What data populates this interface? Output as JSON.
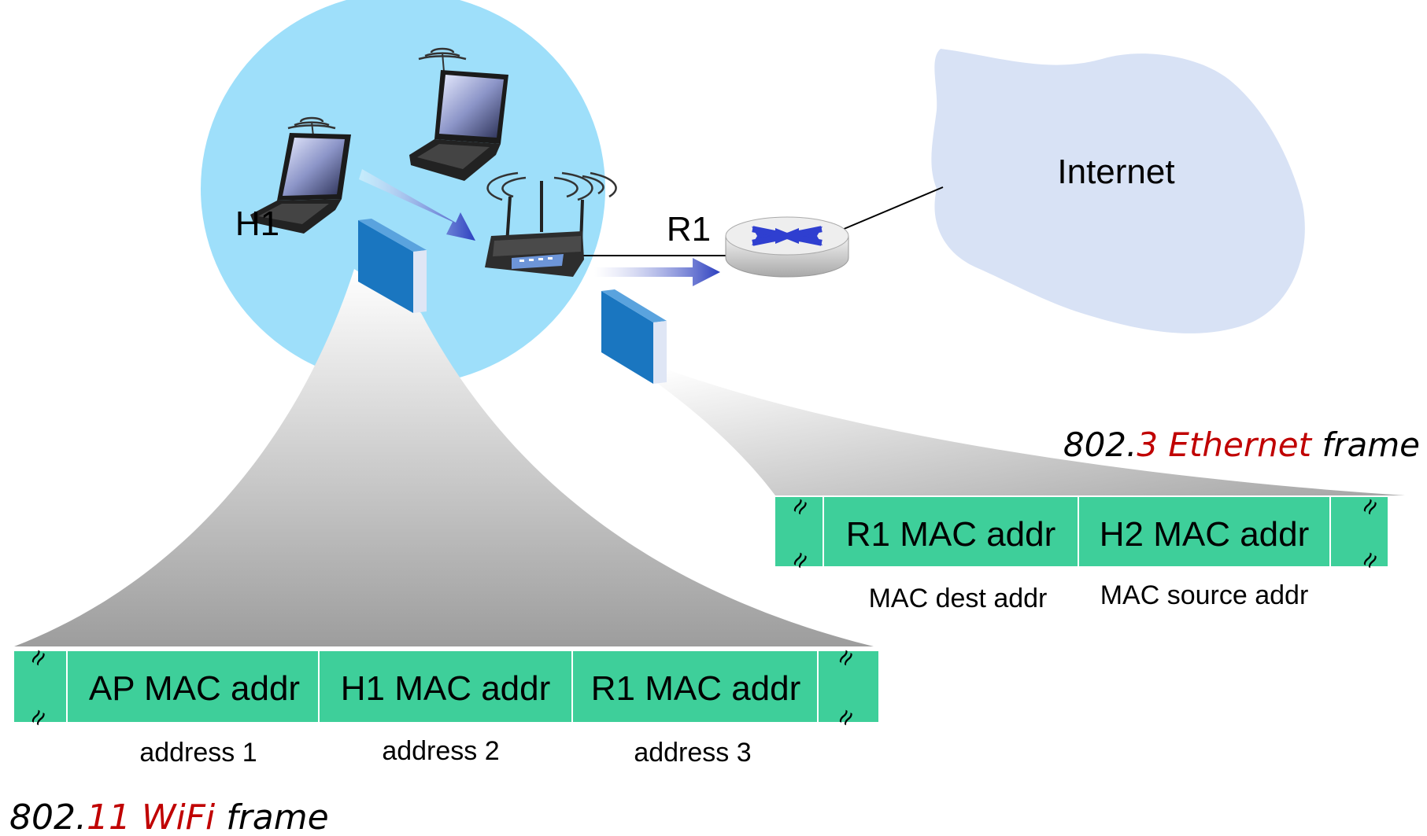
{
  "labels": {
    "h1": "H1",
    "r1": "R1",
    "internet": "Internet"
  },
  "wifi_frame": {
    "title_prefix": "802.",
    "title_red": "11 WiFi",
    "title_suffix": "frame",
    "break_glyph": "≈",
    "cells": [
      {
        "text": "AP MAC addr",
        "caption": "address 1"
      },
      {
        "text": "H1 MAC addr",
        "caption": "address 2"
      },
      {
        "text": "R1 MAC addr",
        "caption": "address 3"
      }
    ]
  },
  "ethernet_frame": {
    "title_prefix": "802.",
    "title_red": "3 Ethernet",
    "title_suffix": "frame",
    "break_glyph": "≈",
    "cells": [
      {
        "text": "R1 MAC addr",
        "caption": "MAC dest addr"
      },
      {
        "text": "H2 MAC addr",
        "caption": "MAC source addr"
      }
    ]
  },
  "colors": {
    "frame_green": "#3ecf9a",
    "bss_circle": "#9edffa",
    "cloud": "#d8e2f5",
    "title_red": "#c00000",
    "arrow_blue": "#2c3fbf",
    "packet_blue": "#1a76c0"
  },
  "icons": [
    "laptop-icon",
    "wireless-router-icon",
    "router-icon",
    "cloud-icon",
    "packet-icon",
    "arrow-icon"
  ]
}
